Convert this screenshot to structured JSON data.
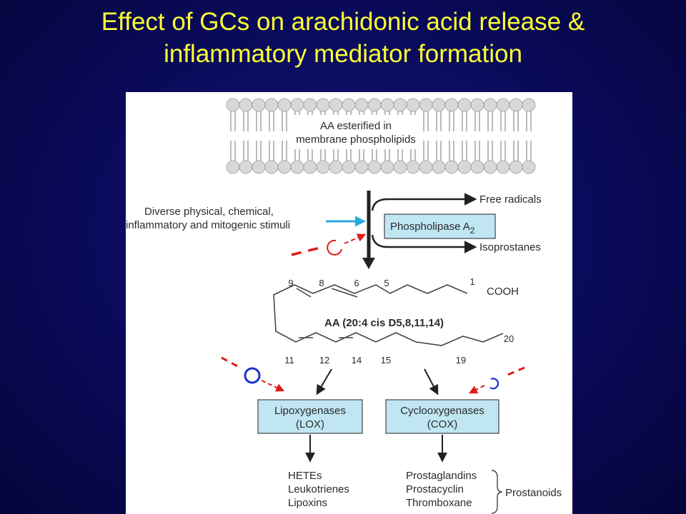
{
  "slide": {
    "title_line1": "Effect of GCs on arachidonic acid release &",
    "title_line2": "inflammatory mediator formation"
  },
  "diagram": {
    "membrane_label_line1": "AA esterified in",
    "membrane_label_line2": "membrane phospholipids",
    "stimuli_line1": "Diverse physical, chemical,",
    "stimuli_line2": "inflammatory and mitogenic stimuli",
    "free_radicals": "Free radicals",
    "phospholipase_label": "Phospholipase A",
    "phospholipase_subscript": "2",
    "isoprostanes": "Isoprostanes",
    "aa_label": "AA (20:4 cis D5,8,11,14)",
    "cooh": "COOH",
    "carbon_numbers": [
      "9",
      "8",
      "6",
      "5",
      "1",
      "11",
      "12",
      "14",
      "15",
      "19",
      "20"
    ],
    "lox_line1": "Lipoxygenases",
    "lox_line2": "(LOX)",
    "cox_line1": "Cyclooxygenases",
    "cox_line2": "(COX)",
    "lox_products": [
      "HETEs",
      "Leukotrienes",
      "Lipoxins"
    ],
    "cox_products": [
      "Prostaglandins",
      "Prostacyclin",
      "Thromboxane"
    ],
    "prostanoids": "Prostanoids"
  },
  "colors": {
    "title": "#ffff33",
    "enzyme_box": "#bfe6f2",
    "stimulus_arrow": "#29a8e0",
    "inhibition_dash": "#e01b1b",
    "lox_circle": "#1f2fd0"
  }
}
